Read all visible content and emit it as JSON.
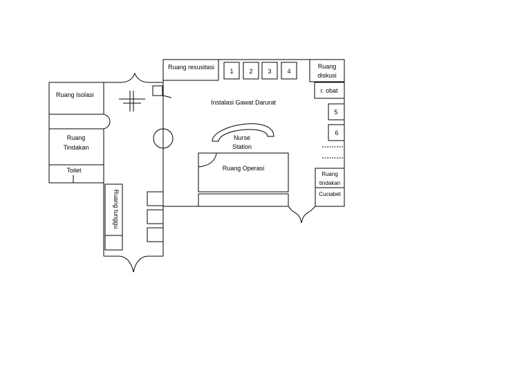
{
  "labels": {
    "ruang_isolasi": "Ruang Isolasi",
    "ruang_tindakan_1": "Ruang",
    "ruang_tindakan_2": "Tindakan",
    "toilet": "Toilet",
    "ruang_tunggu": "Ruang tunggu",
    "ruang_resusitasi": "Ruang resusitasi",
    "bed_1": "1",
    "bed_2": "2",
    "bed_3": "3",
    "bed_4": "4",
    "bed_5": "5",
    "bed_6": "6",
    "ruang_diskusi_1": "Ruang",
    "ruang_diskusi_2": "diskusi",
    "r_obat": "r. obat",
    "igd_title": "Instalasi Gawat Darurat",
    "nurse_1": "Nurse",
    "nurse_2": "Station",
    "ruang_operasi": "Ruang Operasi",
    "ruang_tindakan_right_1": "Ruang",
    "ruang_tindakan_right_2": "tindakan",
    "cuciabet": "Cuciabet"
  }
}
